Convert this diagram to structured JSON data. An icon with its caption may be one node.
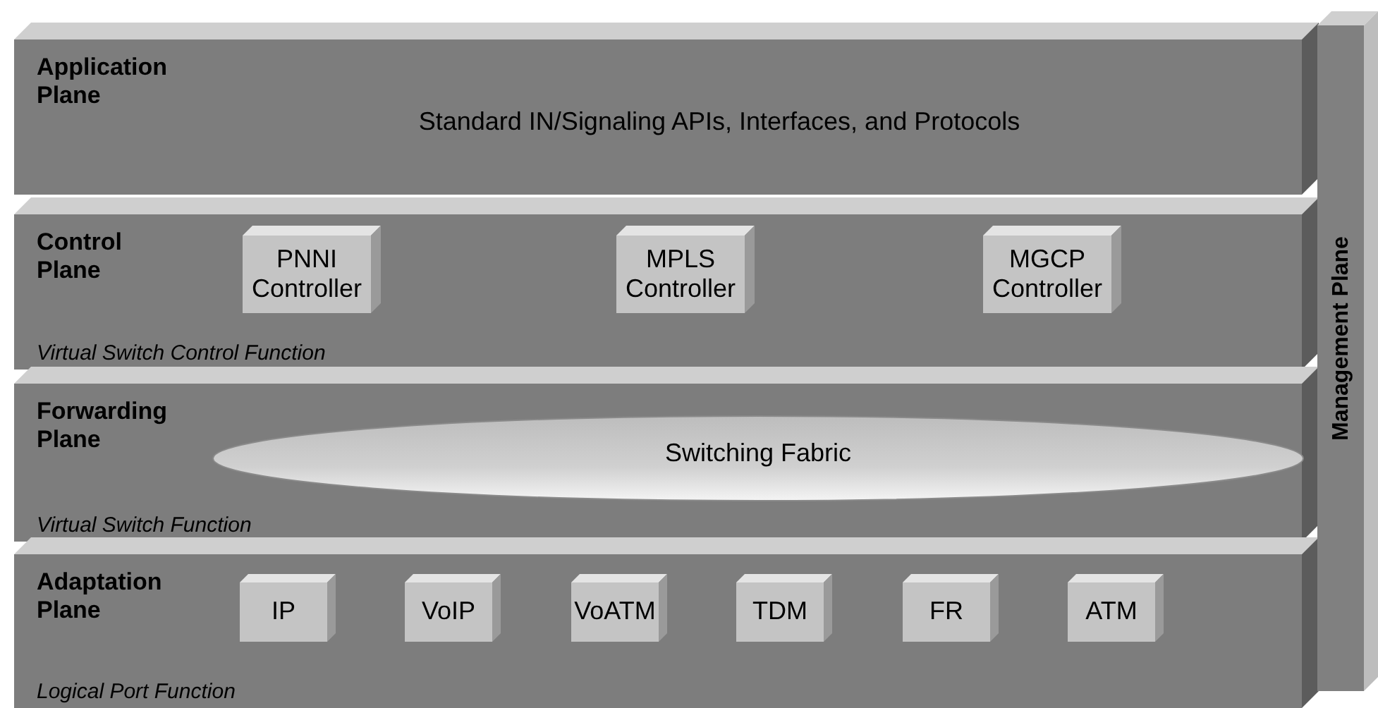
{
  "diagram": {
    "nodes": [
      {
        "text": [
          "Application Plane",
          "Standard IN/Signaling APIs, Interfaces, and Protocols"
        ]
      },
      {
        "text": [
          "Control Plane",
          "Virtual Switch Control Function"
        ]
      },
      {
        "text": [
          "PNNI Controller"
        ],
        "in": 1
      },
      {
        "text": [
          "MPLS Controller"
        ],
        "in": 1
      },
      {
        "text": [
          "MGCP Controller"
        ],
        "in": 1
      },
      {
        "text": [
          "Forwarding Plane",
          "Virtual Switch Function"
        ]
      },
      {
        "text": [
          "Switching Fabric"
        ],
        "in": 5
      },
      {
        "text": [
          "Adaptation Plane",
          "Logical Port Function"
        ]
      },
      {
        "text": [
          "IP"
        ],
        "in": 7
      },
      {
        "text": [
          "VoIP"
        ],
        "in": 7
      },
      {
        "text": [
          "VoATM"
        ],
        "in": 7
      },
      {
        "text": [
          "TDM"
        ],
        "in": 7
      },
      {
        "text": [
          "FR"
        ],
        "in": 7
      },
      {
        "text": [
          "ATM"
        ],
        "in": 7
      },
      {
        "text": [
          "Management Plane"
        ]
      }
    ]
  }
}
